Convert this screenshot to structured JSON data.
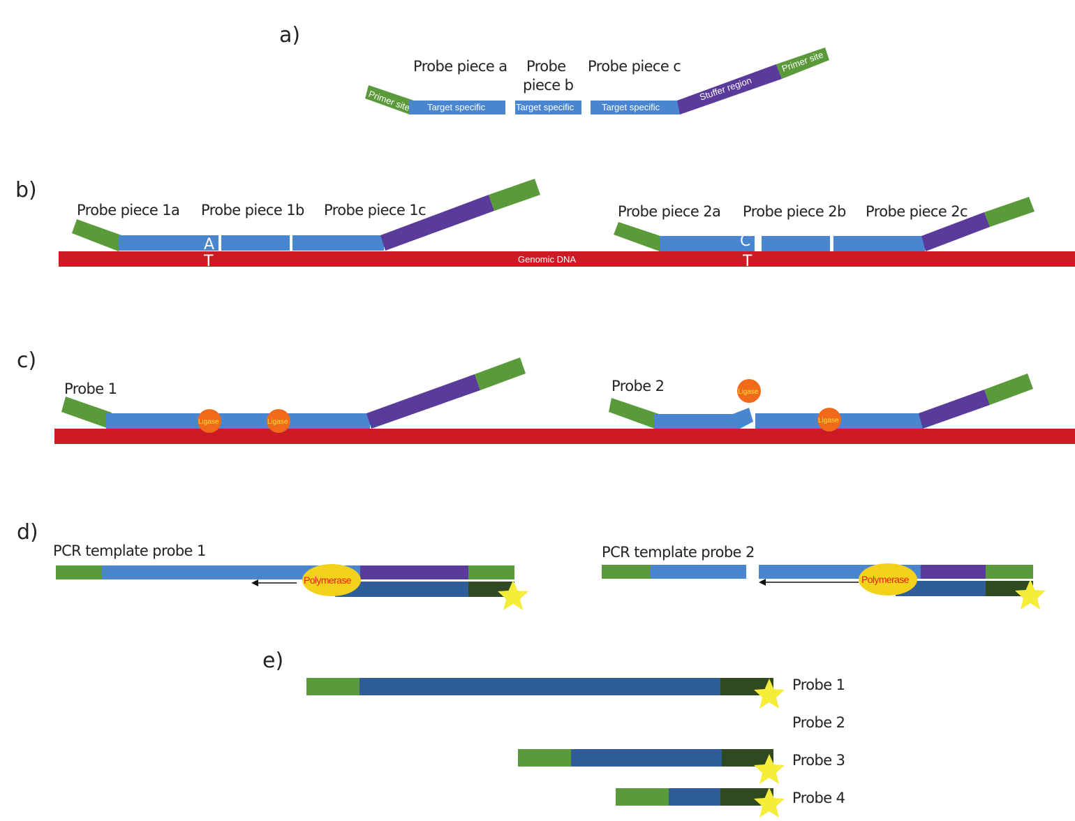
{
  "panels": {
    "a": "a)",
    "b": "b)",
    "c": "c)",
    "d": "d)",
    "e": "e)"
  },
  "a": {
    "piece_a": "Probe piece a",
    "piece_b_line1": "Probe",
    "piece_b_line2": "piece b",
    "piece_c": "Probe piece c",
    "primer_left": "Primer site",
    "primer_right": "Primer site",
    "target_1": "Target specific",
    "target_2": "Target specific",
    "target_3": "Target specific",
    "stuffer": "Stuffer region"
  },
  "b": {
    "p1a": "Probe piece 1a",
    "p1b": "Probe piece 1b",
    "p1c": "Probe piece 1c",
    "p2a": "Probe piece 2a",
    "p2b": "Probe piece 2b",
    "p2c": "Probe piece 2c",
    "genomic": "Genomic DNA",
    "base_1_probe": "A",
    "base_1_dna": "T",
    "base_2_probe": "C",
    "base_2_dna": "T"
  },
  "c": {
    "probe1": "Probe 1",
    "probe2": "Probe 2",
    "ligase": "Ligase"
  },
  "d": {
    "template1": "PCR template probe 1",
    "template2": "PCR template probe 2",
    "polymerase": "Polymerase"
  },
  "e": {
    "probe1": "Probe 1",
    "probe2": "Probe 2",
    "probe3": "Probe 3",
    "probe4": "Probe 4"
  },
  "colors": {
    "primer": "#5a9a3a",
    "target": "#4a86cf",
    "stuffer": "#5a3a9a",
    "dna": "#cc1b24",
    "ligase": "#f06a1a",
    "polymerase": "#f2d21a",
    "dark_blue": "#2f5d9a",
    "dark_green": "#2f4a22",
    "star": "#f6ec3a"
  }
}
